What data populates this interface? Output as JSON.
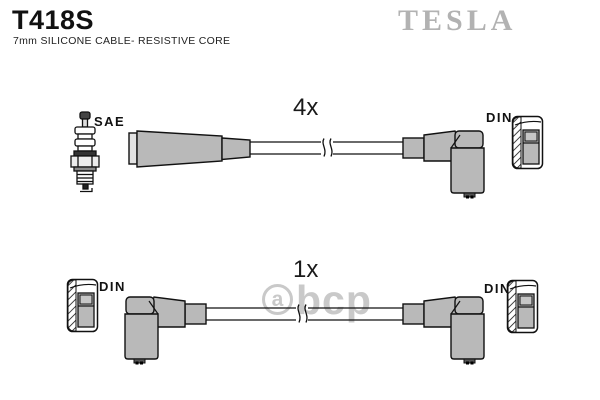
{
  "header": {
    "part_number": "T418S",
    "subtitle": "7mm SILICONE CABLE- RESISTIVE CORE",
    "brand": "TESLA"
  },
  "diagram": {
    "top_kit": {
      "quantity": "4x",
      "plug_end_label": "SAE",
      "coil_end_label": "DIN"
    },
    "bottom_kit": {
      "quantity": "1x",
      "left_end_label": "DIN",
      "right_end_label": "DIN"
    }
  },
  "watermark": {
    "circle_letter": "a",
    "text": "bcp"
  },
  "colors": {
    "connector_gray": "#b9b9b9",
    "flange_gray": "#e2e2e2",
    "brand_gray": "#b2b2b2",
    "watermark_gray": "#c9c9c9",
    "outline_black": "#111111",
    "background": "#ffffff"
  }
}
